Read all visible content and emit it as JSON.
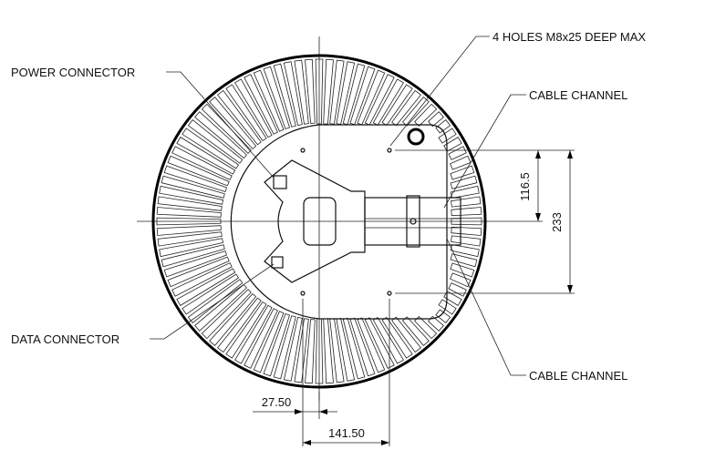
{
  "labels": {
    "power_connector": "POWER CONNECTOR",
    "data_connector": "DATA CONNECTOR",
    "holes": "4 HOLES M8x25 DEEP MAX",
    "cable_channel_top": "CABLE CHANNEL",
    "cable_channel_bottom": "CABLE CHANNEL"
  },
  "dimensions": {
    "offset_horizontal": "27.50",
    "hole_spacing_horizontal": "141.50",
    "hole_to_center_vertical": "116.5",
    "hole_spacing_vertical": "233"
  },
  "colors": {
    "line": "#000000",
    "background": "#ffffff"
  }
}
